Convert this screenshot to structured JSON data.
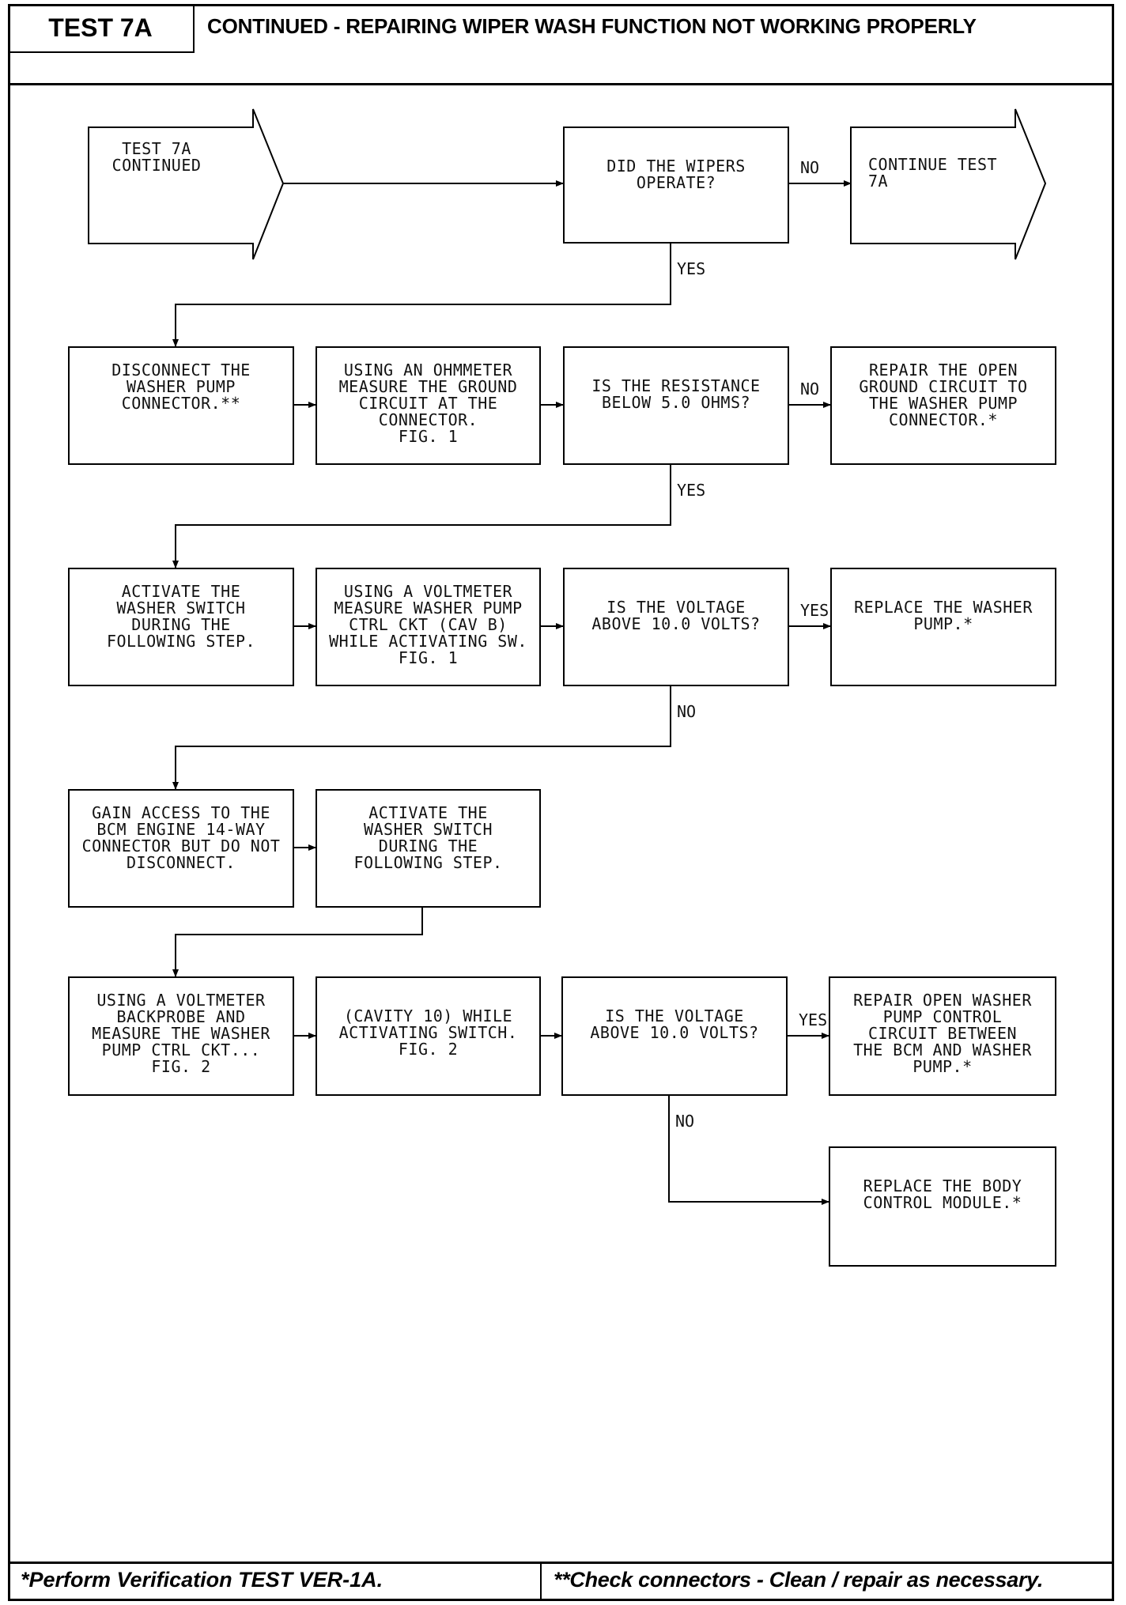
{
  "header": {
    "test_id": "TEST 7A",
    "title": "CONTINUED - REPAIRING WIPER WASH FUNCTION NOT WORKING PROPERLY"
  },
  "footer": {
    "left_note": "*Perform Verification TEST VER-1A.",
    "right_note": "**Check connectors - Clean / repair as necessary."
  },
  "flow": {
    "start": "TEST 7A\nCONTINUED",
    "end": "CONTINUE TEST\n7A",
    "q_wipers": "DID THE WIPERS\nOPERATE?",
    "disconnect_pump": "DISCONNECT THE\nWASHER PUMP\nCONNECTOR.**",
    "ohmmeter": "USING AN OHMMETER\nMEASURE THE GROUND\nCIRCUIT AT THE\nCONNECTOR.\nFIG. 1",
    "q_resistance": "IS THE RESISTANCE\nBELOW 5.0 OHMS?",
    "repair_ground": "REPAIR THE OPEN\nGROUND CIRCUIT TO\nTHE WASHER PUMP\nCONNECTOR.*",
    "activate_switch_1": "ACTIVATE THE\nWASHER SWITCH\nDURING THE\nFOLLOWING STEP.",
    "voltmeter_1": "USING A VOLTMETER\nMEASURE WASHER PUMP\nCTRL CKT (CAV B)\nWHILE ACTIVATING SW.\nFIG. 1",
    "q_voltage_1": "IS THE VOLTAGE\nABOVE 10.0 VOLTS?",
    "replace_pump": "REPLACE THE WASHER\nPUMP.*",
    "gain_access": "GAIN ACCESS TO THE\nBCM ENGINE 14-WAY\nCONNECTOR BUT DO NOT\nDISCONNECT.",
    "activate_switch_2": "ACTIVATE THE\nWASHER SWITCH\nDURING THE\nFOLLOWING STEP.",
    "backprobe": "USING A VOLTMETER\nBACKPROBE AND\nMEASURE THE WASHER\nPUMP CTRL CKT...\nFIG. 2",
    "cavity": "(CAVITY 10) WHILE\nACTIVATING SWITCH.\nFIG. 2",
    "q_voltage_2": "IS THE VOLTAGE\nABOVE 10.0 VOLTS?",
    "repair_pump_ctrl": "REPAIR OPEN WASHER\nPUMP CONTROL\nCIRCUIT BETWEEN\nTHE BCM AND WASHER\nPUMP.*",
    "replace_bcm": "REPLACE THE BODY\nCONTROL MODULE.*"
  },
  "labels": {
    "no": "NO",
    "yes": "YES"
  }
}
